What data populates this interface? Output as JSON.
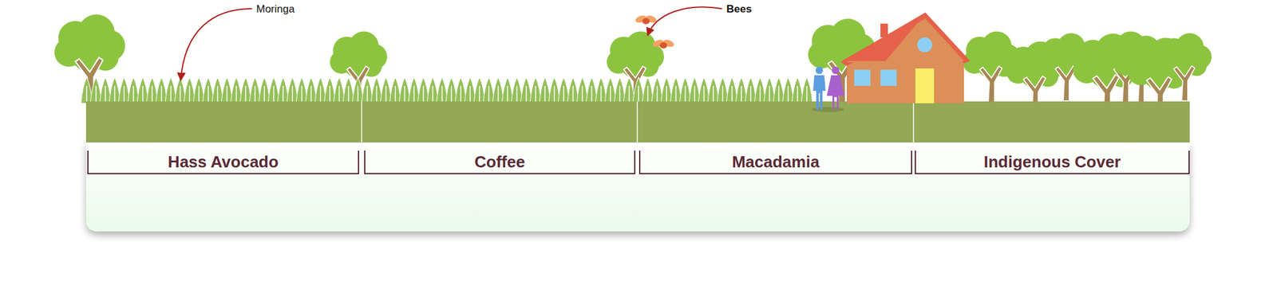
{
  "diagram": {
    "nodes": [
      {
        "text": [
          "Hass Avocado"
        ]
      },
      {
        "text": [
          "Coffee"
        ]
      },
      {
        "text": [
          "Macadamia"
        ]
      },
      {
        "text": [
          "Indigenous Cover"
        ]
      }
    ],
    "labels": [
      "Moringa",
      "Bees"
    ]
  }
}
